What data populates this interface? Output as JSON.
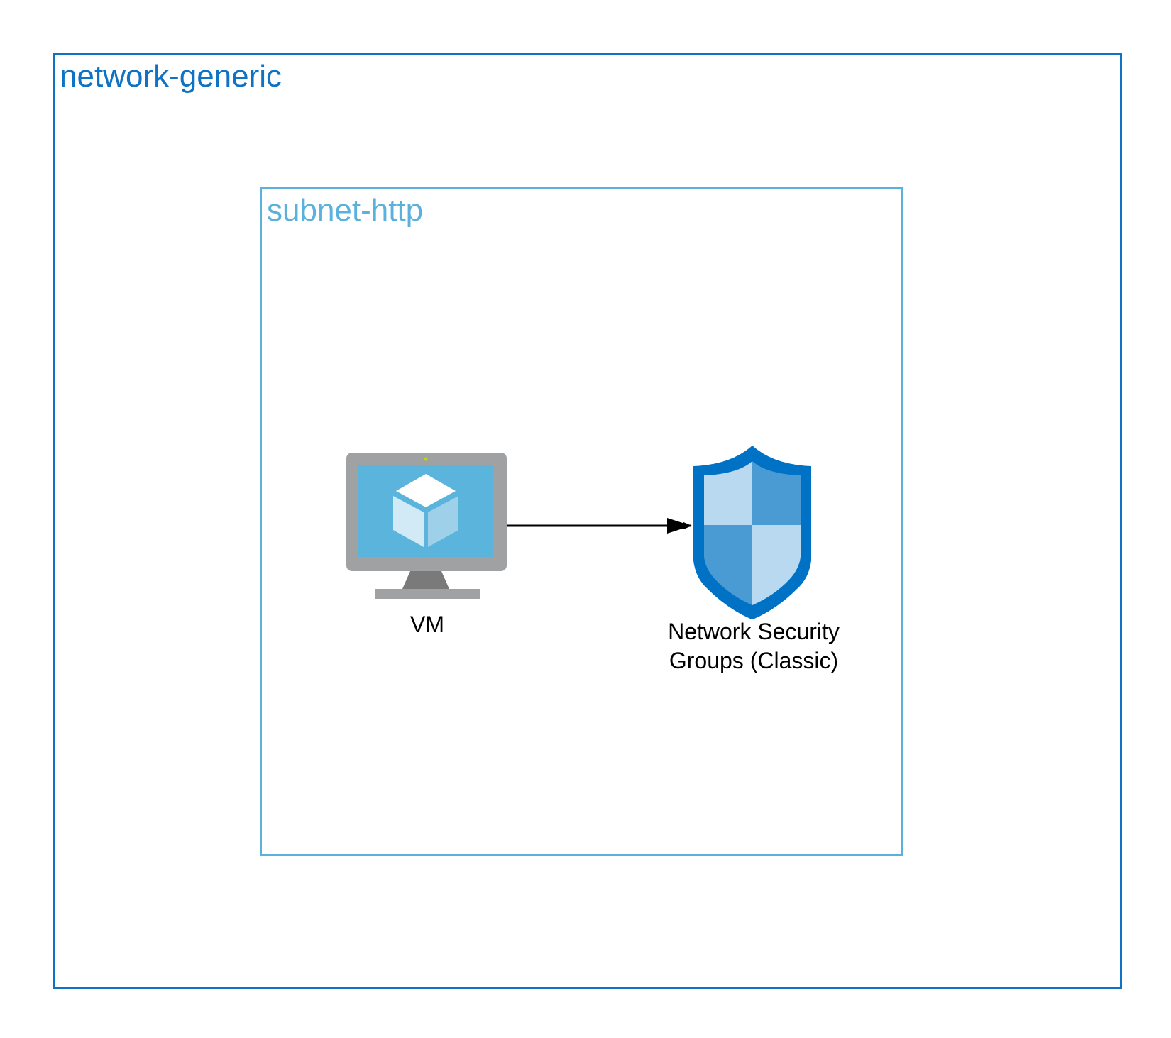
{
  "groups": {
    "network": {
      "label": "network-generic",
      "color": "#0f72c4"
    },
    "subnet": {
      "label": "subnet-http",
      "color": "#5ab2dc"
    }
  },
  "nodes": {
    "vm": {
      "label": "VM",
      "icon": "virtual-machine-icon"
    },
    "nsg": {
      "label": "Network Security\nGroups (Classic)",
      "icon": "network-security-group-shield-icon"
    }
  },
  "edges": [
    {
      "from": "VM",
      "to": "Network Security Groups (Classic)",
      "style": "solid-arrow"
    }
  ],
  "colors": {
    "monitor_frame": "#a0a1a2",
    "monitor_stand": "#7a7a7a",
    "screen": "#5ab4dc",
    "shield_outer": "#0072c6",
    "shield_dark_quadrant": "#4a9ad4",
    "shield_light_quadrant": "#b8d9ef",
    "arrow": "#000000"
  }
}
